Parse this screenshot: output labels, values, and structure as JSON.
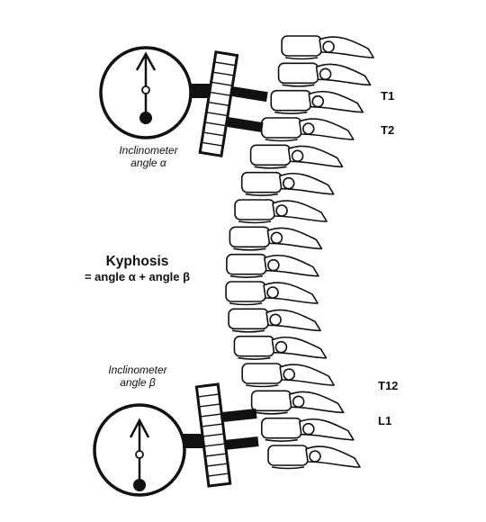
{
  "top_inclinometer": {
    "line1": "Inclinometer",
    "line2": "angle α"
  },
  "bottom_inclinometer": {
    "line1": "Inclinometer",
    "line2": "angle β"
  },
  "kyphosis": {
    "title": "Kyphosis",
    "formula": "= angle α + angle β"
  },
  "vertebra_labels": {
    "t1": "T1",
    "t2": "T2",
    "t12": "T12",
    "l1": "L1"
  },
  "colors": {
    "ink": "#111111",
    "background": "#ffffff"
  }
}
